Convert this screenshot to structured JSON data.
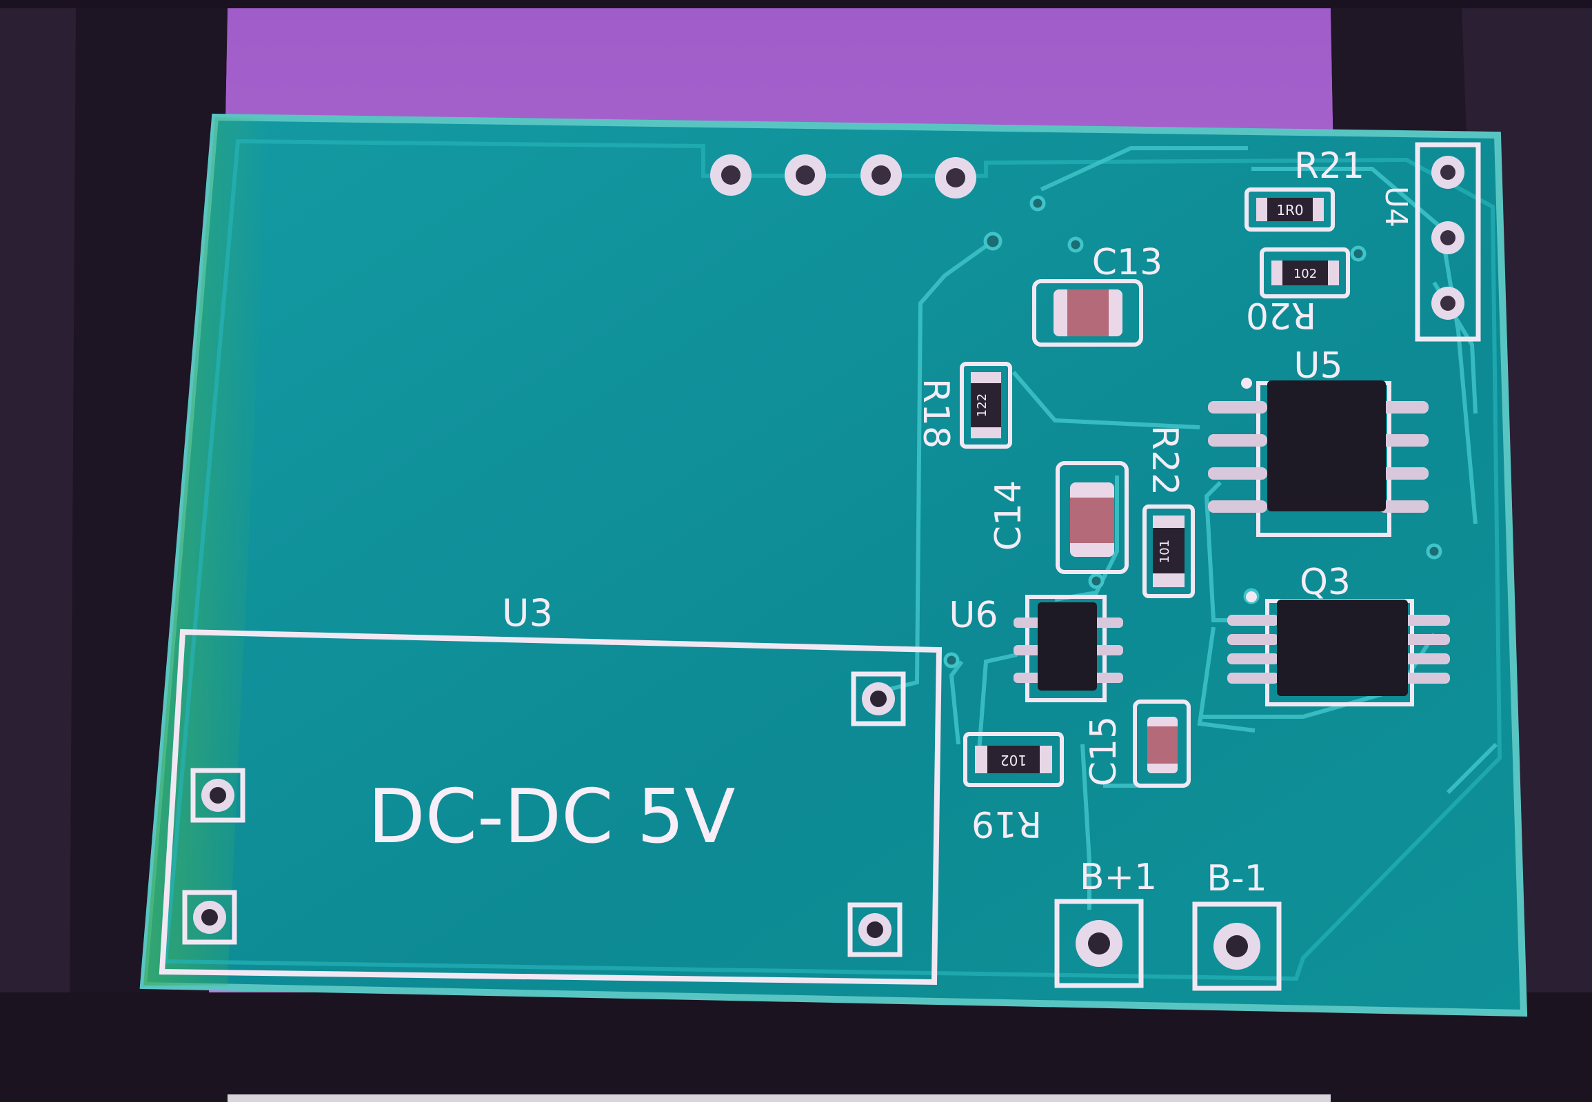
{
  "photo": {
    "subject": "pcb-module",
    "colors": {
      "backlight": "#b36ad6",
      "fixture": "#2a1d30",
      "board": "#0f8d96",
      "board_edge": "#56c3c0",
      "silkscreen": "#f4ecf6",
      "pad": "#e8d9ea",
      "chip": "#1d1a24"
    }
  },
  "silkscreen": {
    "module_ref": "U3",
    "module_text": "DC-DC 5V",
    "connector_ref": "U4",
    "caps": {
      "c13": "C13",
      "c14": "C14",
      "c15": "C15"
    },
    "resistors": {
      "r18": "R18",
      "r19": "R19",
      "r20": "R20",
      "r21": "R21",
      "r22": "R22"
    },
    "ics": {
      "u5": "U5",
      "u6": "U6",
      "q3": "Q3"
    },
    "terminals": {
      "bplus": "B+1",
      "bminus": "B-1"
    }
  },
  "markings": {
    "r18": "122",
    "r19": "102",
    "r20": "102",
    "r21": "1R0",
    "r22": "101"
  }
}
